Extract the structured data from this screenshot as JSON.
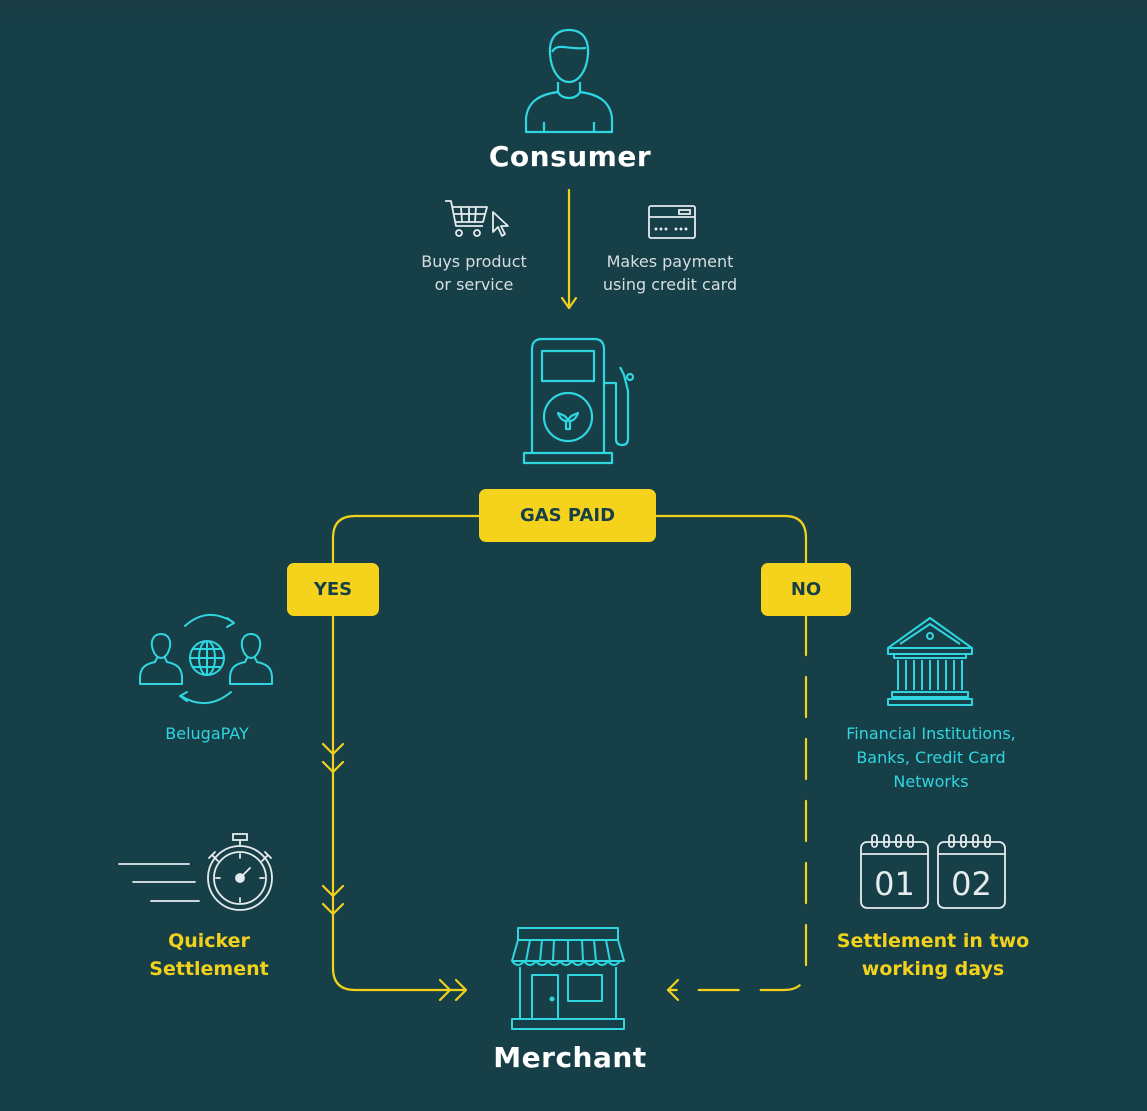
{
  "nodes": {
    "consumer": "Consumer",
    "merchant": "Merchant",
    "gas_paid": "GAS PAID",
    "yes": "YES",
    "no": "NO"
  },
  "steps": {
    "buys_line1": "Buys product",
    "buys_line2": "or service",
    "pay_line1": "Makes payment",
    "pay_line2": "using credit card"
  },
  "yes_branch": {
    "provider": "BelugaPAY",
    "result_line1": "Quicker",
    "result_line2": "Settlement"
  },
  "no_branch": {
    "provider_line1": "Financial Institutions,",
    "provider_line2": "Banks, Credit Card",
    "provider_line3": "Networks",
    "day1": "01",
    "day2": "02",
    "result_line1": "Settlement in two",
    "result_line2": "working days"
  },
  "icons": {
    "consumer": "person-icon",
    "cart": "shopping-cart-icon",
    "cursor": "cursor-icon",
    "card": "credit-card-icon",
    "pump": "gas-pump-icon",
    "network": "people-globe-exchange-icon",
    "bank": "bank-icon",
    "stopwatch": "stopwatch-icon",
    "calendar": "calendar-icon",
    "store": "storefront-icon"
  },
  "colors": {
    "background": "#173f48",
    "accent_yellow": "#f5d31d",
    "icon_cyan": "#2fd6e0",
    "text_white": "#ffffff"
  }
}
